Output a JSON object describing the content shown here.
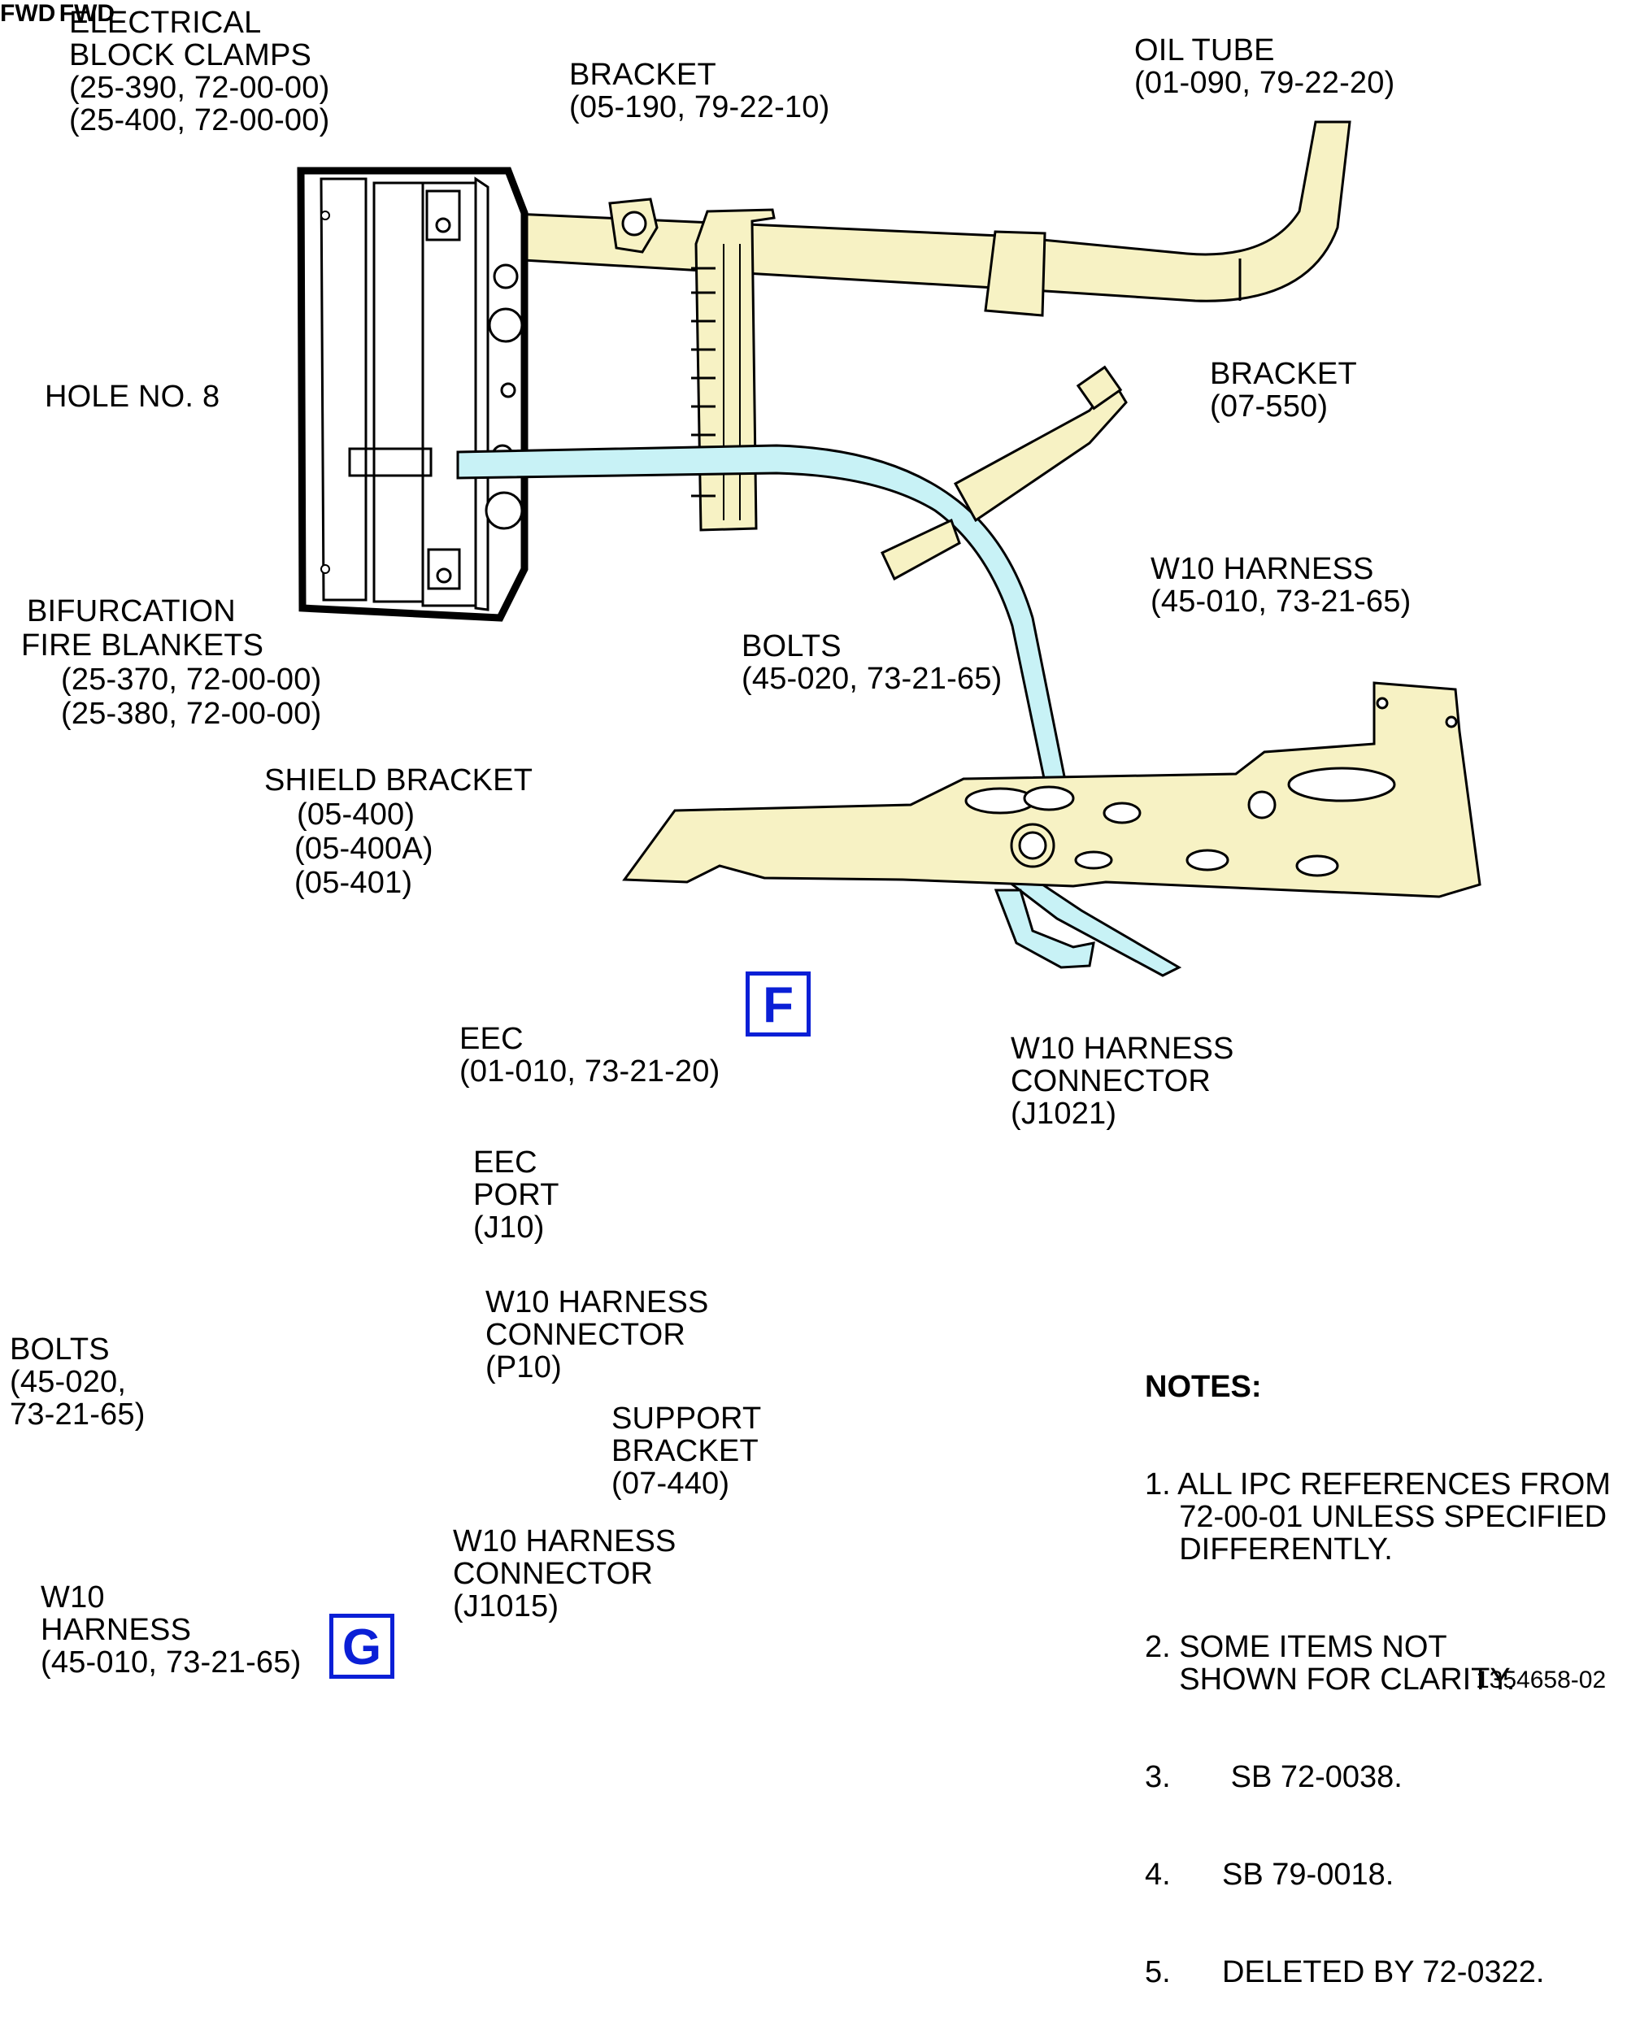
{
  "labels": {
    "electrical_block_clamps": "ELECTRICAL\nBLOCK CLAMPS\n(25-390, 72-00-00)\n(25-400, 72-00-00)",
    "bracket_05_190": "BRACKET\n(05-190, 79-22-10)",
    "oil_tube": "OIL TUBE\n(01-090, 79-22-20)",
    "hole_no_8": "HOLE NO. 8",
    "bracket_07_550": "BRACKET\n(07-550)",
    "w10_harness_top": "W10 HARNESS\n(45-010, 73-21-65)",
    "bifurcation_line1": "BIFURCATION",
    "bifurcation_line2": "FIRE BLANKETS",
    "bifurcation_line3": "(25-370, 72-00-00)",
    "bifurcation_line4": "(25-380, 72-00-00)",
    "bolts_top": "BOLTS\n(45-020, 73-21-65)",
    "shield_bracket_line1": "SHIELD BRACKET",
    "shield_bracket_line2": "(05-400)",
    "shield_bracket_line3": "(05-400A)",
    "shield_bracket_line4": "(05-401)",
    "w10_connector_j1021": "W10 HARNESS\nCONNECTOR\n(J1021)",
    "eec": "EEC\n(01-010, 73-21-20)",
    "eec_port": "EEC\nPORT\n(J10)",
    "w10_connector_p10": "W10 HARNESS\nCONNECTOR\n(P10)",
    "bolts_bottom": "BOLTS\n(45-020,\n73-21-65)",
    "support_bracket": "SUPPORT\nBRACKET\n(07-440)",
    "w10_connector_j1015": "W10 HARNESS\nCONNECTOR\n(J1015)",
    "w10_harness_bottom": "W10\nHARNESS\n(45-010, 73-21-65)"
  },
  "views": {
    "f": "F",
    "g": "G"
  },
  "fwd": {
    "top": "FWD",
    "bottom": "FWD"
  },
  "notes": {
    "title": "NOTES:",
    "items": [
      "1. ALL IPC REFERENCES FROM\n    72-00-01 UNLESS SPECIFIED\n    DIFFERENTLY.",
      "2. SOME ITEMS NOT\n    SHOWN FOR CLARITY.",
      "3.       SB 72-0038.",
      "4.      SB 79-0018.",
      "5.      DELETED BY 72-0322."
    ]
  },
  "figure_number": "1354658-02",
  "colors": {
    "part_fill": "#f7f2c4",
    "harness_fill": "#c8f2f6",
    "view_blue": "#0a1fd6",
    "line": "#000000"
  }
}
